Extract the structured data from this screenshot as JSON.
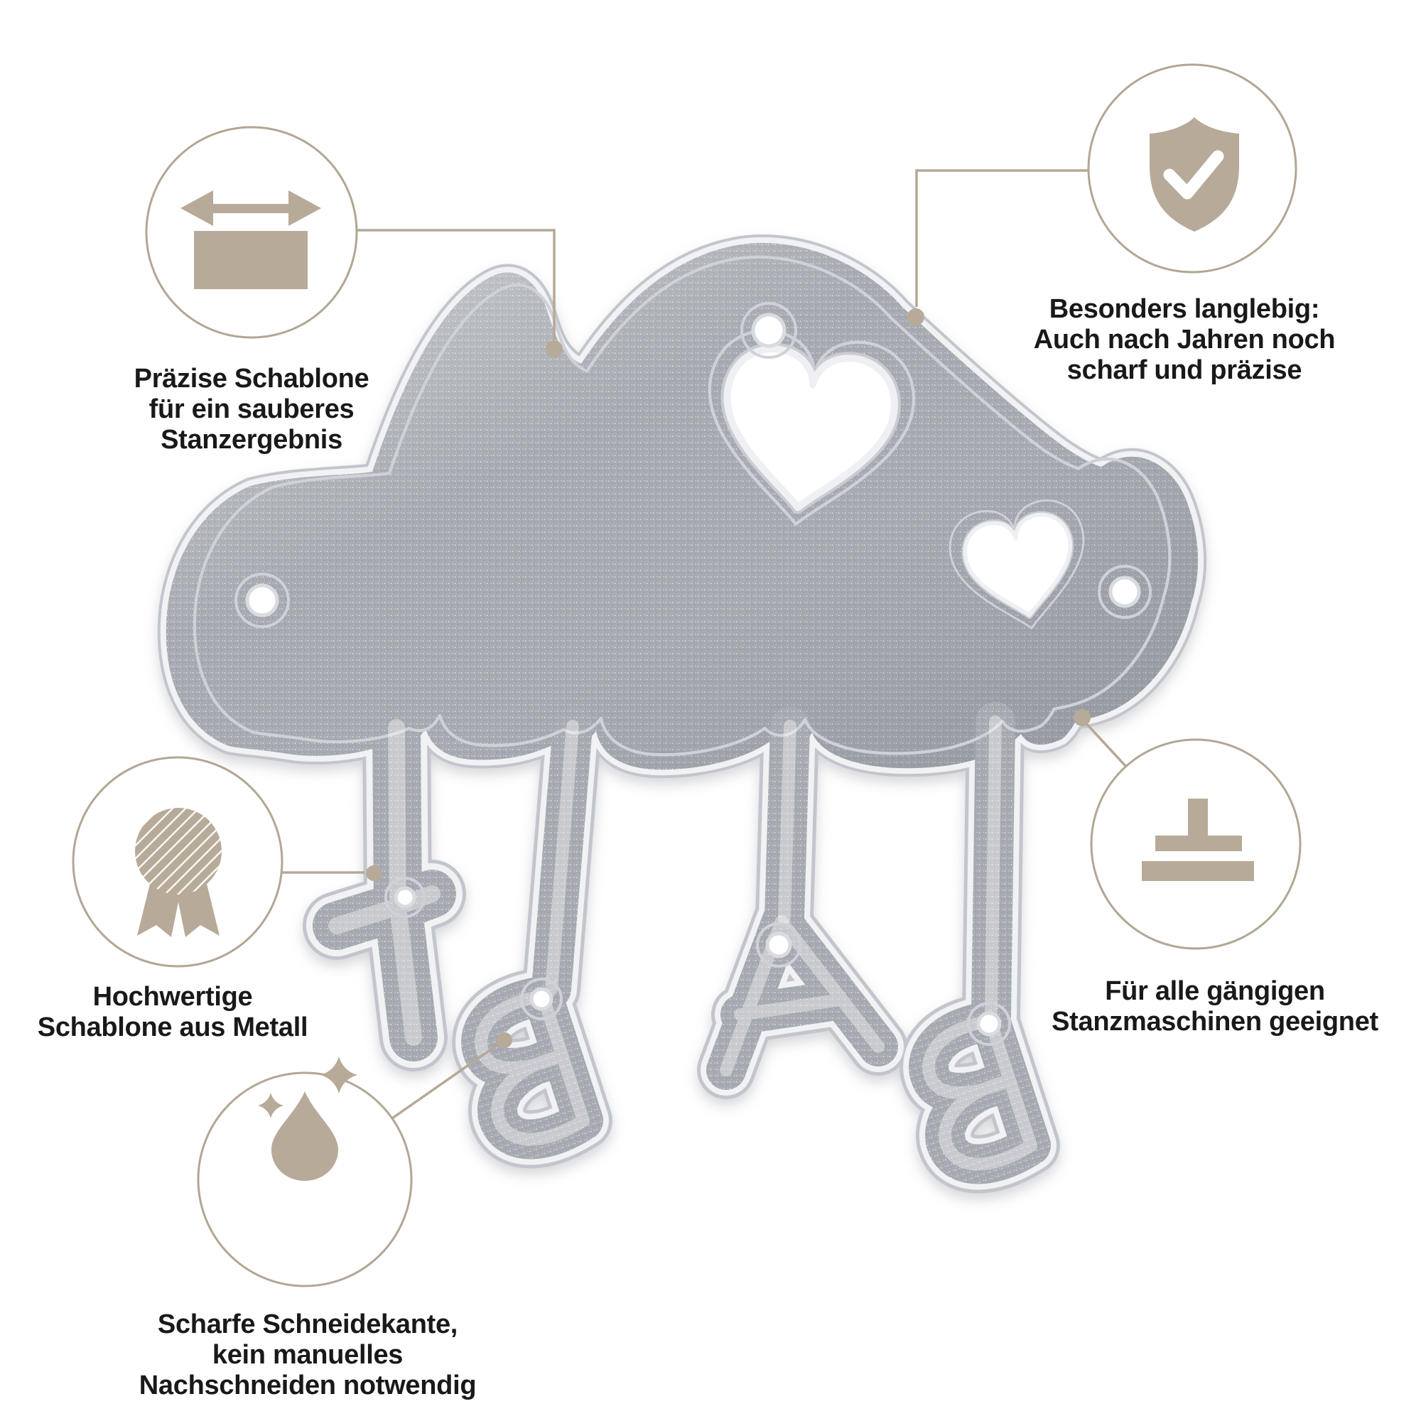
{
  "colors": {
    "background": "#ffffff",
    "accent_taupe": "#b7aa98",
    "callout_line": "#b5a896",
    "text": "#191919",
    "die_metal_gray": "#a6aab1",
    "die_rim_silver": "#f0f2f4",
    "die_edge_gray": "#c2c6cc"
  },
  "die": {
    "description": "silver glitter metal cutting die: cloud with two heart cut-outs and four hanging mirrored letters",
    "letters_depicted": "B A B Y (mirrored, reading Y-B-A-B left to right)",
    "cutouts": [
      "large-heart",
      "small-heart",
      "round-holes"
    ]
  },
  "callouts": [
    {
      "id": "praezise",
      "icon": "width-arrow-rectangle-icon",
      "lines": [
        "Präzise Schablone",
        "für ein sauberes",
        "Stanzergebnis"
      ]
    },
    {
      "id": "langlebig",
      "icon": "shield-check-icon",
      "lines": [
        "Besonders langlebig:",
        "Auch nach Jahren noch",
        "scharf und präzise"
      ]
    },
    {
      "id": "hochwertig",
      "icon": "medal-icon",
      "lines": [
        "Hochwertige",
        "Schablone aus Metall"
      ]
    },
    {
      "id": "schneidekante",
      "icon": "droplet-sparkle-icon",
      "lines": [
        "Scharfe Schneidekante,",
        "kein manuelles",
        "Nachschneiden notwendig"
      ]
    },
    {
      "id": "stanzmaschinen",
      "icon": "press-platform-icon",
      "lines": [
        "Für alle gängigen",
        "Stanzmaschinen geeignet"
      ]
    }
  ]
}
